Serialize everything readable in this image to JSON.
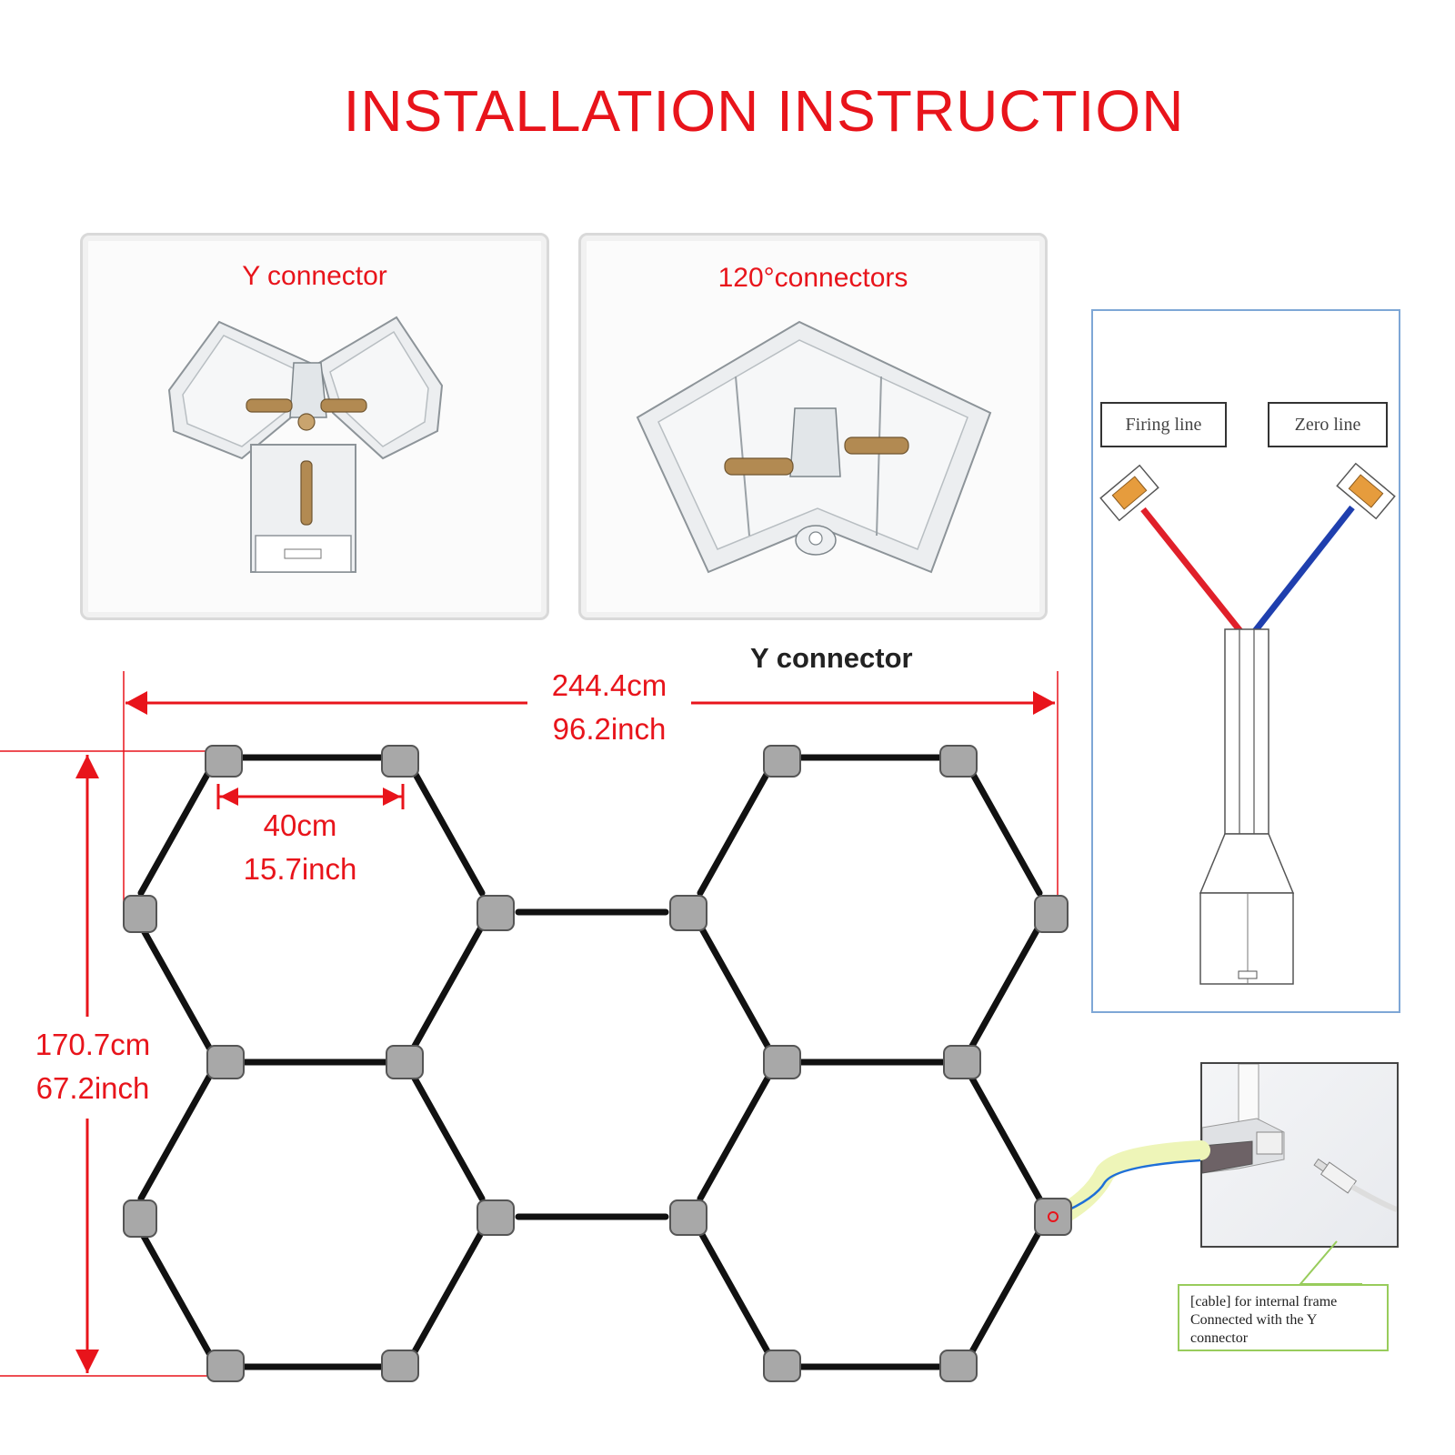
{
  "title": "INSTALLATION INSTRUCTION",
  "cards": {
    "y_connector_label": "Y connector",
    "connector_120_label": "120°connectors"
  },
  "y_connector_caption": "Y connector",
  "dimensions": {
    "width_cm": "244.4cm",
    "width_inch": "96.2inch",
    "segment_cm": "40cm",
    "segment_inch": "15.7inch",
    "height_cm": "170.7cm",
    "height_inch": "67.2inch"
  },
  "wiring": {
    "firing_line": "Firing line",
    "zero_line": "Zero line",
    "firing_color": "#e0202a",
    "zero_color": "#1f3fae"
  },
  "cable_note": {
    "line1": "[cable] for internal frame",
    "line2": "Connected with the Y",
    "line3": "connector"
  },
  "colors": {
    "accent": "#e8141b",
    "frame": "#111111",
    "connector": "#a8a8a8",
    "panel_border": "#7ea7d6",
    "cable_highlight": "#eef5b8"
  }
}
